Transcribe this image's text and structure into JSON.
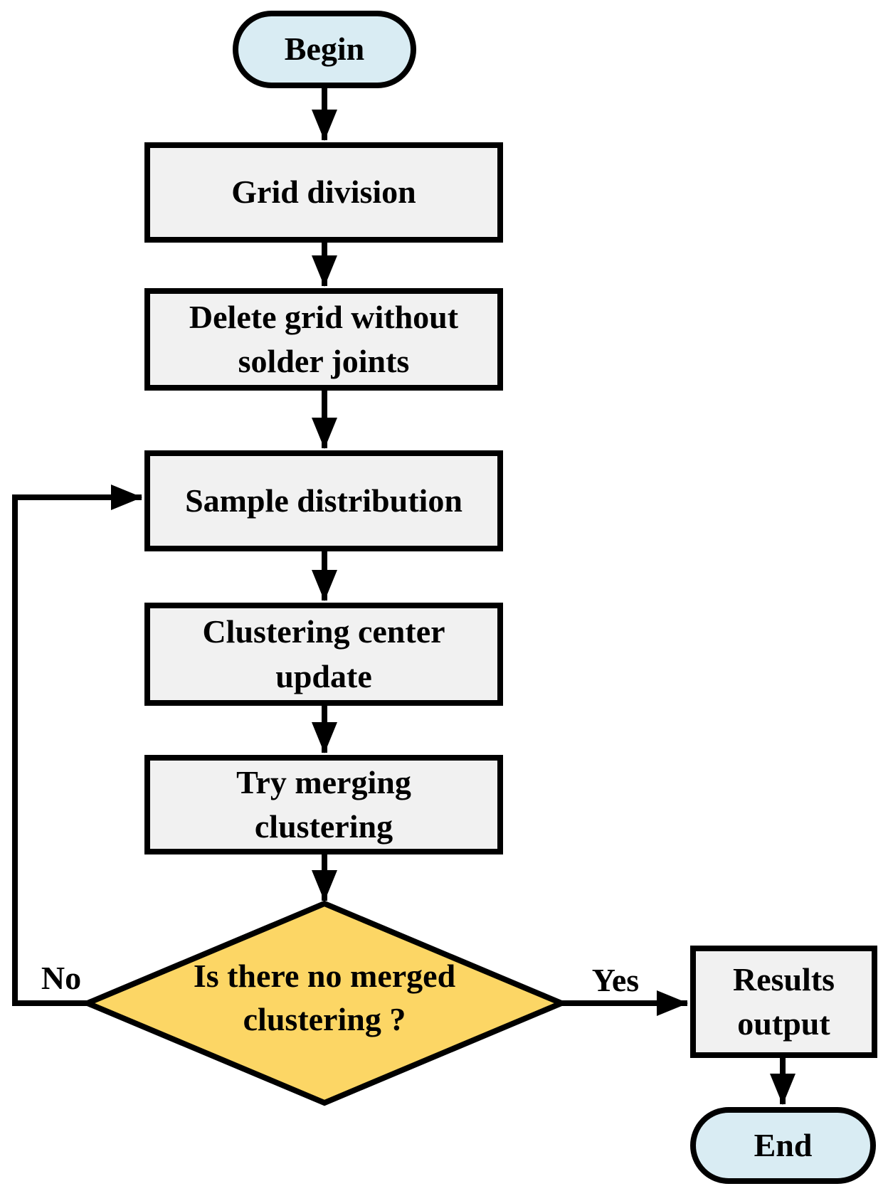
{
  "diagram": {
    "type": "flowchart",
    "nodes": {
      "begin": {
        "shape": "terminal",
        "label": "Begin"
      },
      "grid_division": {
        "shape": "process",
        "lines": [
          "Grid division"
        ]
      },
      "delete_grid": {
        "shape": "process",
        "lines": [
          "Delete grid without",
          "solder joints"
        ]
      },
      "sample_distribution": {
        "shape": "process",
        "lines": [
          "Sample distribution"
        ]
      },
      "clustering_center_update": {
        "shape": "process",
        "lines": [
          "Clustering center",
          "update"
        ]
      },
      "try_merging": {
        "shape": "process",
        "lines": [
          "Try merging",
          "clustering"
        ]
      },
      "decision": {
        "shape": "decision",
        "lines": [
          "Is there no merged",
          "clustering ?"
        ]
      },
      "results_output": {
        "shape": "process",
        "lines": [
          "Results",
          "output"
        ]
      },
      "end": {
        "shape": "terminal",
        "label": "End"
      }
    },
    "edge_labels": {
      "yes": "Yes",
      "no": "No"
    },
    "edges": [
      {
        "from": "Begin",
        "to": "Grid division"
      },
      {
        "from": "Grid division",
        "to": "Delete grid without solder joints"
      },
      {
        "from": "Delete grid without solder joints",
        "to": "Sample distribution"
      },
      {
        "from": "Sample distribution",
        "to": "Clustering center update"
      },
      {
        "from": "Clustering center update",
        "to": "Try merging clustering"
      },
      {
        "from": "Try merging clustering",
        "to": "Is there no merged clustering ?"
      },
      {
        "from": "Is there no merged clustering ?",
        "to": "Results output",
        "label": "Yes"
      },
      {
        "from": "Is there no merged clustering ?",
        "to": "Sample distribution",
        "label": "No"
      },
      {
        "from": "Results output",
        "to": "End"
      }
    ],
    "colors": {
      "terminal_fill": "#d9ecf3",
      "process_fill": "#f1f1f1",
      "decision_fill": "#fcd665",
      "line": "#000000"
    }
  }
}
